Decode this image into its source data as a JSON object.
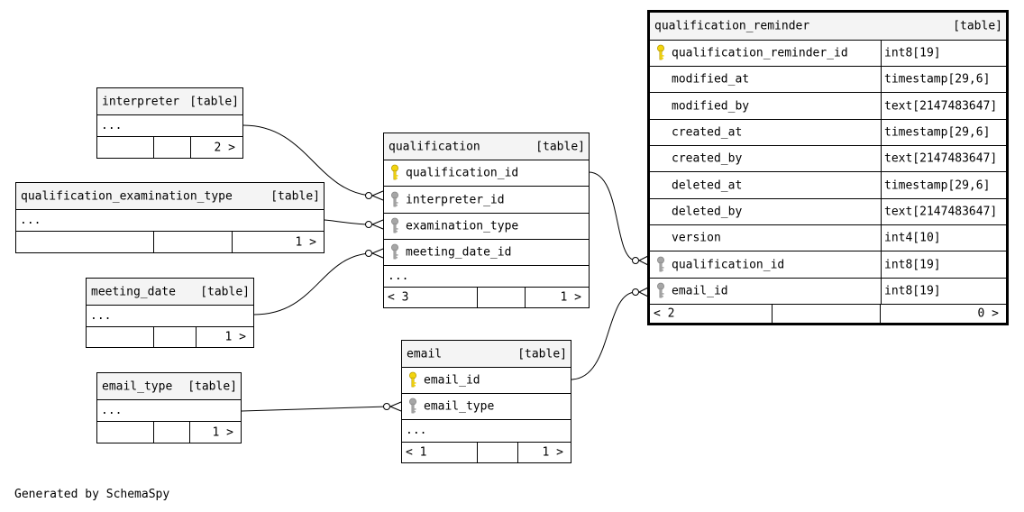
{
  "tables": {
    "interpreter": {
      "name": "interpreter",
      "kind": "[table]",
      "ellipsis": "...",
      "left_count": "",
      "right_count": "2 >"
    },
    "qet": {
      "name": "qualification_examination_type",
      "kind": "[table]",
      "ellipsis": "...",
      "left_count": "",
      "right_count": "1 >"
    },
    "meeting_date": {
      "name": "meeting_date",
      "kind": "[table]",
      "ellipsis": "...",
      "left_count": "",
      "right_count": "1 >"
    },
    "email_type": {
      "name": "email_type",
      "kind": "[table]",
      "ellipsis": "...",
      "left_count": "",
      "right_count": "1 >"
    },
    "qualification": {
      "name": "qualification",
      "kind": "[table]",
      "columns": [
        {
          "name": "qualification_id",
          "key": "primary"
        },
        {
          "name": "interpreter_id",
          "key": "foreign"
        },
        {
          "name": "examination_type",
          "key": "foreign"
        },
        {
          "name": "meeting_date_id",
          "key": "foreign"
        }
      ],
      "ellipsis": "...",
      "left_count": "< 3",
      "right_count": "1 >"
    },
    "email": {
      "name": "email",
      "kind": "[table]",
      "columns": [
        {
          "name": "email_id",
          "key": "primary"
        },
        {
          "name": "email_type",
          "key": "foreign"
        }
      ],
      "ellipsis": "...",
      "left_count": "< 1",
      "right_count": "1 >"
    },
    "qualification_reminder": {
      "name": "qualification_reminder",
      "kind": "[table]",
      "columns": [
        {
          "name": "qualification_reminder_id",
          "type": "int8[19]",
          "key": "primary"
        },
        {
          "name": "modified_at",
          "type": "timestamp[29,6]",
          "key": "none"
        },
        {
          "name": "modified_by",
          "type": "text[2147483647]",
          "key": "none"
        },
        {
          "name": "created_at",
          "type": "timestamp[29,6]",
          "key": "none"
        },
        {
          "name": "created_by",
          "type": "text[2147483647]",
          "key": "none"
        },
        {
          "name": "deleted_at",
          "type": "timestamp[29,6]",
          "key": "none"
        },
        {
          "name": "deleted_by",
          "type": "text[2147483647]",
          "key": "none"
        },
        {
          "name": "version",
          "type": "int4[10]",
          "key": "none"
        },
        {
          "name": "qualification_id",
          "type": "int8[19]",
          "key": "foreign"
        },
        {
          "name": "email_id",
          "type": "int8[19]",
          "key": "foreign"
        }
      ],
      "left_count": "< 2",
      "right_count": "0 >"
    }
  },
  "colors": {
    "primary_key": "#f2d40f",
    "foreign_key": "#a6a6a6",
    "header_bg": "#f4f4f4"
  },
  "footer": {
    "credit": "Generated by SchemaSpy"
  }
}
